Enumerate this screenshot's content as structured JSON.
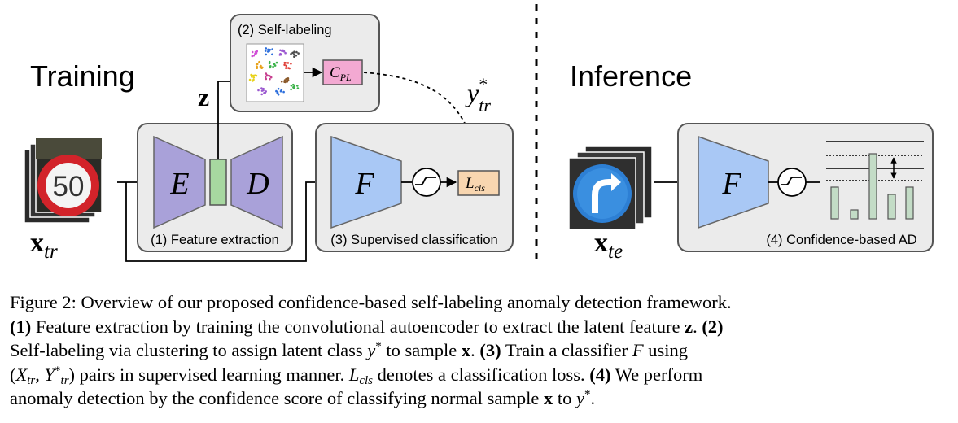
{
  "titles": {
    "training": "Training",
    "inference": "Inference"
  },
  "boxes": {
    "self_labeling": "(2) Self-labeling",
    "feature_extraction": "(1) Feature extraction",
    "supervised_classification": "(3) Supervised classification",
    "confidence_ad": "(4) Confidence-based AD"
  },
  "symbols": {
    "encoder": "E",
    "decoder": "D",
    "classifier": "F",
    "classifier_inference": "F",
    "latent": "z",
    "cpl_main": "C",
    "cpl_sub": "PL",
    "lcls_main": "L",
    "lcls_sub": "cls",
    "ytr_main": "y",
    "ytr_sup": "*",
    "ytr_sub": "tr",
    "xtr_main": "x",
    "xtr_sub": "tr",
    "xte_main": "x",
    "xte_sub": "te",
    "sign_number": "50"
  },
  "caption": {
    "line1": "Figure 2: Overview of our proposed confidence-based self-labeling anomaly detection framework.",
    "l2_b1": "(1)",
    "l2_t1": " Feature extraction by training the convolutional autoencoder to extract the latent feature ",
    "l2_z": "z",
    "l2_t2": ". ",
    "l2_b2": "(2)",
    "l3_t1": "Self-labeling via clustering to assign latent class ",
    "l3_y": "y",
    "l3_star": "*",
    "l3_t2": " to sample ",
    "l3_x": "x",
    "l3_t3": ". ",
    "l3_b3": "(3)",
    "l3_t4": " Train a classifier ",
    "l3_F": "F",
    "l3_t5": " using",
    "l4_open": "(",
    "l4_X": "X",
    "l4_Xsub": "tr",
    "l4_comma": ", ",
    "l4_Y": "Y",
    "l4_Ysup": "*",
    "l4_Ysub": "tr",
    "l4_close": ")",
    "l4_t1": " pairs in supervised learning manner. ",
    "l4_L": "L",
    "l4_Lsub": "cls",
    "l4_t2": " denotes a classification loss. ",
    "l4_b4": "(4)",
    "l4_t3": " We perform",
    "l5_t1": "anomaly detection by the confidence score of classifying normal sample ",
    "l5_x": "x",
    "l5_t2": " to ",
    "l5_y": "y",
    "l5_star": "*",
    "l5_t3": "."
  },
  "colors": {
    "encoder_fill": "#a9a1d9",
    "latent_fill": "#a7d8a0",
    "classifier_fill": "#a9c8f5",
    "cpl_fill": "#f3a9d2",
    "lcls_fill": "#f8d6b0",
    "panel_fill": "#ebebeb",
    "bar_fill": "#c3dcc6"
  }
}
